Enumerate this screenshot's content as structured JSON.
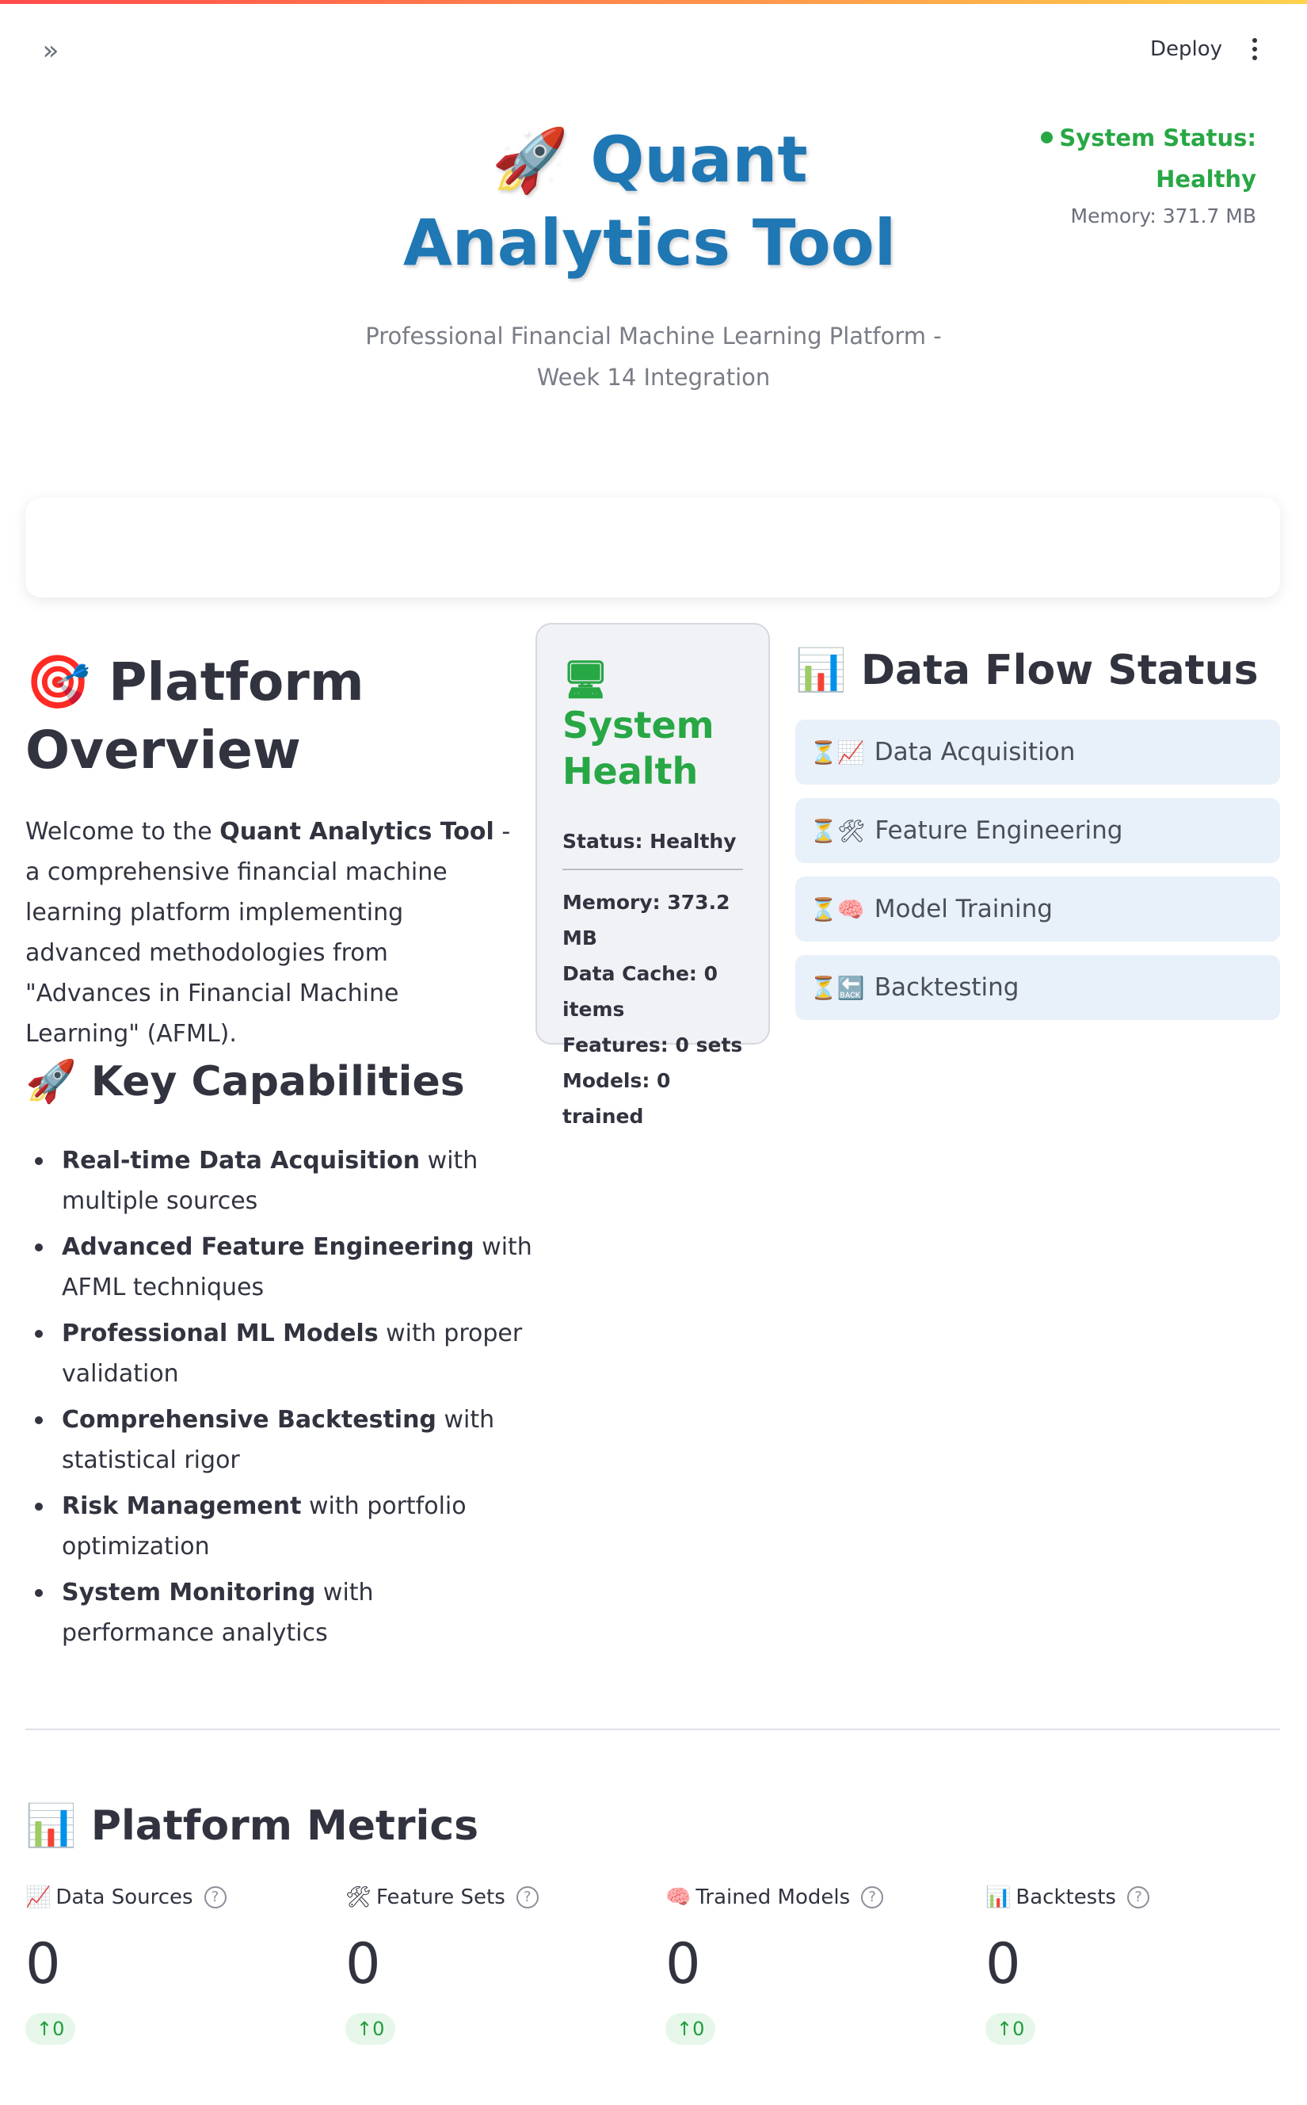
{
  "toolbar": {
    "deploy_label": "Deploy",
    "expand_icon": "»"
  },
  "header": {
    "title_icon": "🚀",
    "title": "Quant Analytics Tool",
    "subtitle": "Professional Financial Machine Learning Platform - Week 14 Integration"
  },
  "status": {
    "label": "System Status: Healthy",
    "memory": "Memory: 371.7 MB"
  },
  "overview": {
    "icon": "🎯",
    "heading": "Platform Overview",
    "intro_prefix": "Welcome to the ",
    "intro_bold": "Quant Analytics Tool",
    "intro_suffix": " - a comprehensive financial machine learning platform implementing advanced methodologies from \"Advances in Financial Machine Learning\" (AFML)."
  },
  "capabilities": {
    "icon": "🚀",
    "heading": "Key Capabilities",
    "items": [
      {
        "bold": "Real-time Data Acquisition",
        "rest": " with multiple sources"
      },
      {
        "bold": "Advanced Feature Engineering",
        "rest": " with AFML techniques"
      },
      {
        "bold": "Professional ML Models",
        "rest": " with proper validation"
      },
      {
        "bold": "Comprehensive Backtesting",
        "rest": " with statistical rigor"
      },
      {
        "bold": "Risk Management",
        "rest": " with portfolio optimization"
      },
      {
        "bold": "System Monitoring",
        "rest": " with performance analytics"
      }
    ]
  },
  "health": {
    "icon": "🖥",
    "title": "System Health",
    "status": "Status: Healthy",
    "memory": "Memory: 373.2 MB",
    "cache": "Data Cache: 0 items",
    "features": "Features: 0 sets",
    "models": "Models: 0 trained"
  },
  "flow": {
    "icon": "📊",
    "heading": "Data Flow Status",
    "items": [
      {
        "icon": "⏳📈",
        "label": "Data Acquisition"
      },
      {
        "icon": "⏳🛠",
        "label": "Feature Engineering"
      },
      {
        "icon": "⏳🧠",
        "label": "Model Training"
      },
      {
        "icon": "⏳🔙",
        "label": "Backtesting"
      }
    ]
  },
  "metrics": {
    "icon": "📊",
    "heading": "Platform Metrics",
    "items": [
      {
        "icon": "📈",
        "label": "Data Sources",
        "value": "0",
        "delta": "0"
      },
      {
        "icon": "🛠",
        "label": "Feature Sets",
        "value": "0",
        "delta": "0"
      },
      {
        "icon": "🧠",
        "label": "Trained Models",
        "value": "0",
        "delta": "0"
      },
      {
        "icon": "📊",
        "label": "Backtests",
        "value": "0",
        "delta": "0"
      }
    ]
  },
  "colors": {
    "accent": "#1f77b4",
    "healthy": "#28a745",
    "flow_bg": "#e8f0fa"
  }
}
